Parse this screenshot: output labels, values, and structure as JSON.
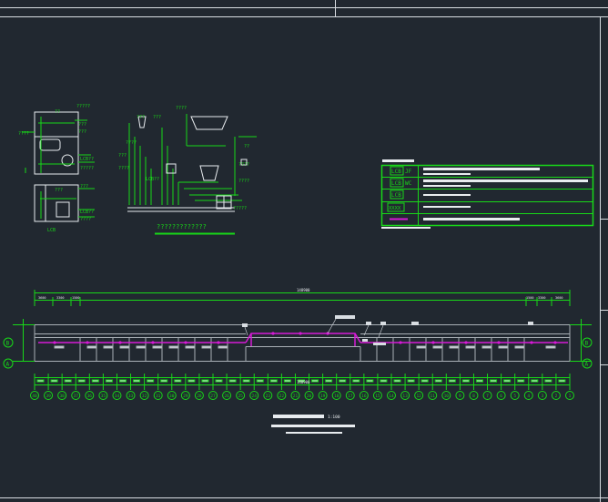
{
  "colors": {
    "background": "#212830",
    "frame": "#d8dde2",
    "green": "#18d818",
    "magenta": "#d61ad6",
    "white": "#e8ecef",
    "grey": "#a9b0b6",
    "label_bg": "#d8dde2"
  },
  "detail": {
    "caption": "?????????????"
  },
  "legend": {
    "rows": [
      {
        "code": "LCB",
        "suffix": "JF"
      },
      {
        "code": "LCB",
        "suffix": "WC"
      },
      {
        "code": "LCB",
        "suffix": ""
      },
      {
        "code": "XXXX",
        "suffix": ""
      },
      {
        "code": "",
        "suffix": ""
      }
    ]
  },
  "plan": {
    "overall_dim": "148900",
    "axis_top": "B",
    "axis_bottom": "A",
    "bottom_axes": [
      "40",
      "39",
      "38",
      "37",
      "36",
      "35",
      "34",
      "33",
      "32",
      "31",
      "30",
      "29",
      "28",
      "27",
      "26",
      "25",
      "24",
      "23",
      "22",
      "21",
      "20",
      "19",
      "18",
      "17",
      "16",
      "15",
      "14",
      "13",
      "12",
      "11",
      "10",
      "9",
      "8",
      "7",
      "6",
      "5",
      "4",
      "3",
      "2",
      "1"
    ],
    "scale": "1:100"
  }
}
